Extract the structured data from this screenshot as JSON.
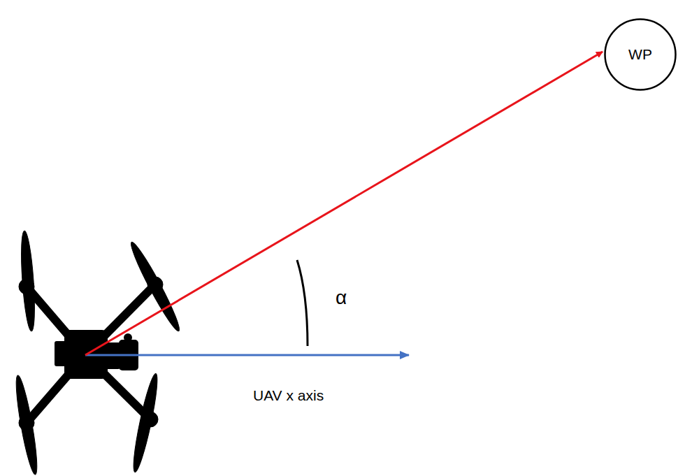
{
  "diagram": {
    "nodes": [
      {
        "text": [
          "WP"
        ]
      }
    ],
    "labels": [
      "α",
      "UAV x axis"
    ]
  }
}
